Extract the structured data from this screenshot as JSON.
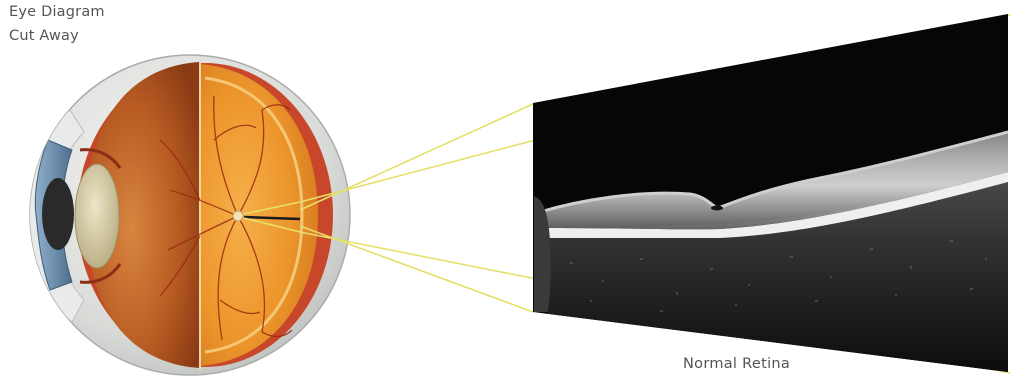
{
  "title": {
    "line1": "Eye Diagram",
    "line2": "Cut Away"
  },
  "caption": "Normal Retina",
  "colors": {
    "connector_lines": "#e6e06a",
    "oct_background": "#060606",
    "lens": "#d8cfa8",
    "iris_blue": "#6c8cae",
    "sclera_red": "#c8462a",
    "retina_orange": "#e8952a"
  }
}
